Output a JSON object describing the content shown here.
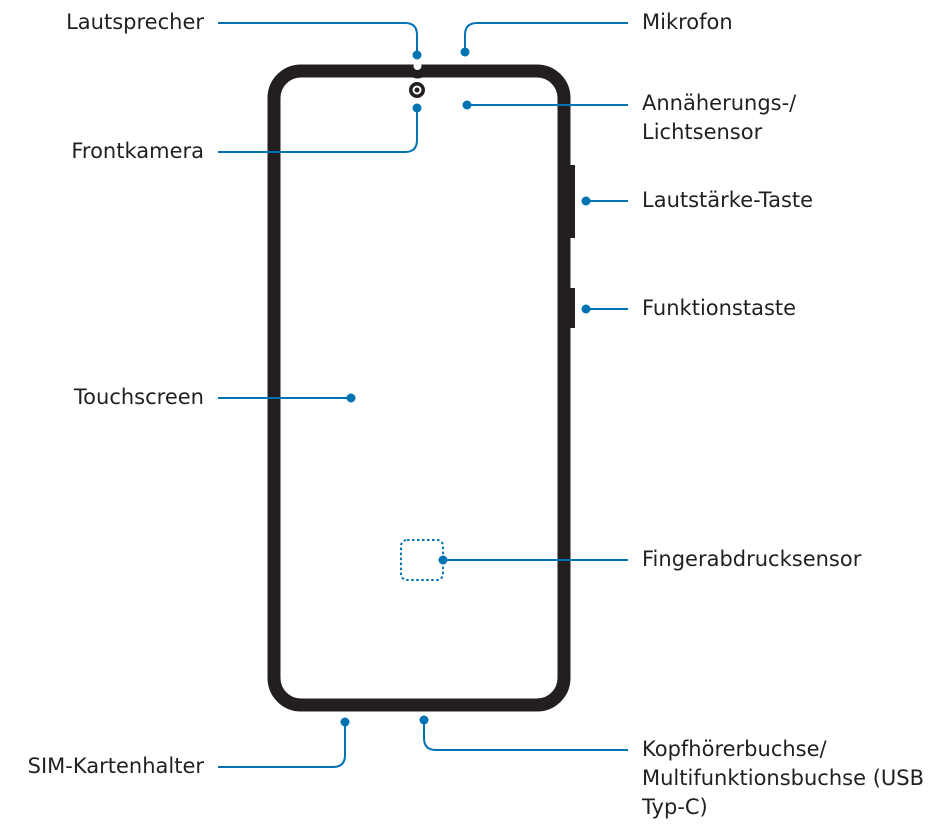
{
  "labels": {
    "speaker": "Lautsprecher",
    "front_camera": "Frontkamera",
    "touchscreen": "Touchscreen",
    "sim_tray": "SIM-Kartenhalter",
    "microphone": "Mikrofon",
    "proximity_line1": "Annäherungs-/",
    "proximity_line2": "Lichtsensor",
    "volume_key": "Lautstärke-Taste",
    "side_key": "Funktionstaste",
    "fingerprint": "Fingerabdrucksensor",
    "connector_line1": "Kopfhörerbuchse/",
    "connector_line2": "Multifunktionsbuchse (USB",
    "connector_line3": "Typ-C)"
  },
  "colors": {
    "accent": "#0073b3",
    "phone_outline": "#231f20",
    "text": "#231f20"
  }
}
